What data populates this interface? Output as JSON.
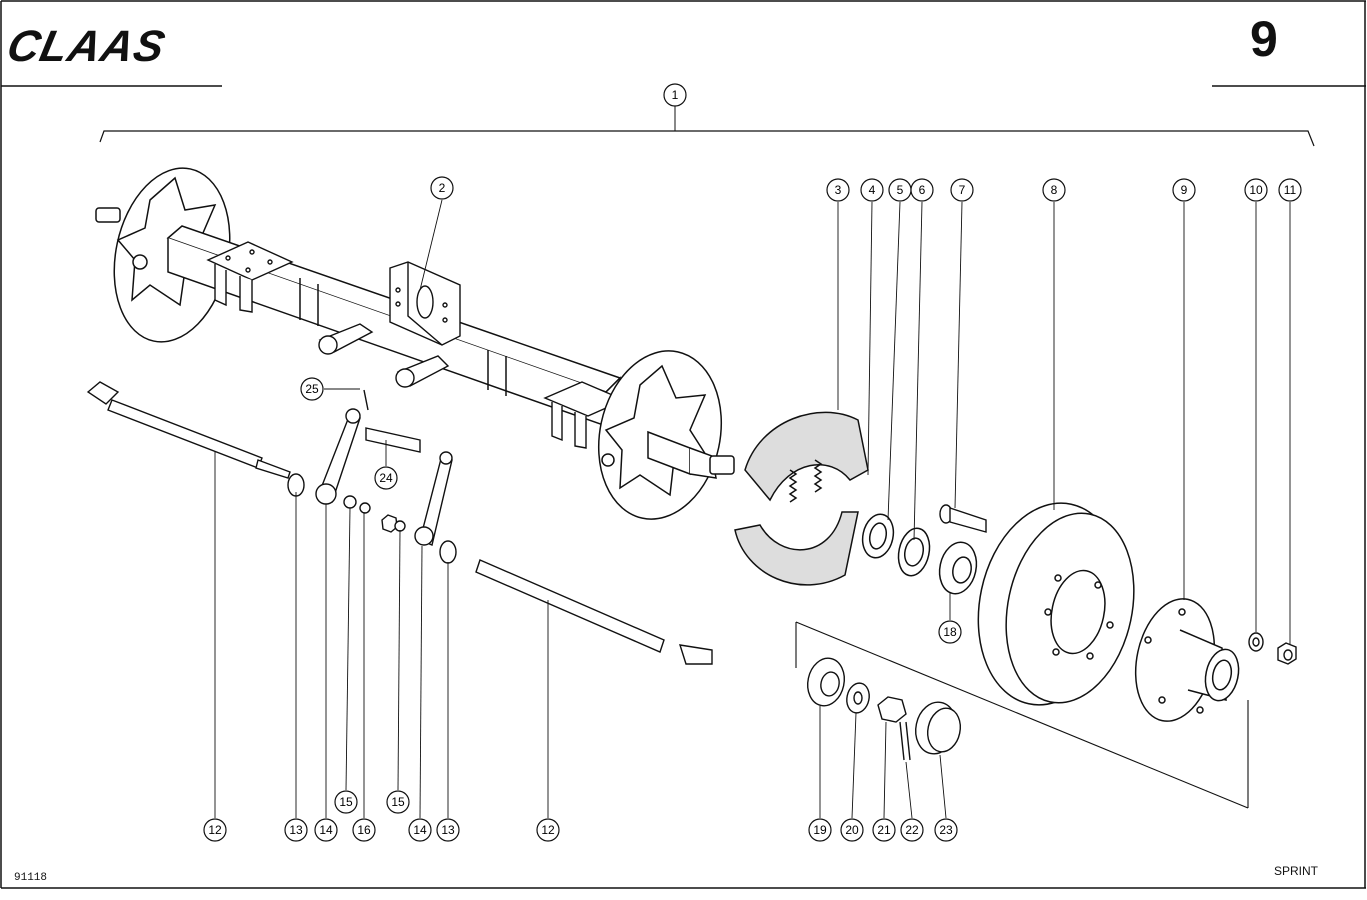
{
  "header": {
    "brand": "CLAAS",
    "page_number": "9"
  },
  "footer": {
    "document_number": "91118",
    "model": "SPRINT"
  },
  "callouts": [
    {
      "label": "1"
    },
    {
      "label": "2"
    },
    {
      "label": "3"
    },
    {
      "label": "4"
    },
    {
      "label": "5"
    },
    {
      "label": "6"
    },
    {
      "label": "7"
    },
    {
      "label": "8"
    },
    {
      "label": "9"
    },
    {
      "label": "10"
    },
    {
      "label": "11"
    },
    {
      "label": "25"
    },
    {
      "label": "24"
    },
    {
      "label": "18"
    },
    {
      "label": "12"
    },
    {
      "label": "13"
    },
    {
      "label": "14"
    },
    {
      "label": "15"
    },
    {
      "label": "16"
    },
    {
      "label": "15"
    },
    {
      "label": "14"
    },
    {
      "label": "13"
    },
    {
      "label": "12"
    },
    {
      "label": "19"
    },
    {
      "label": "20"
    },
    {
      "label": "21"
    },
    {
      "label": "22"
    },
    {
      "label": "23"
    }
  ]
}
